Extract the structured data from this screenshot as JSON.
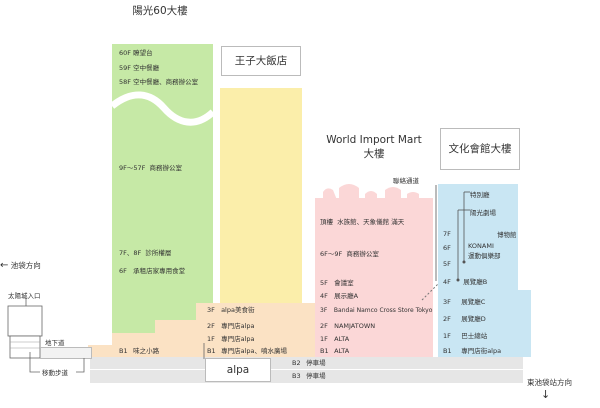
{
  "titles": {
    "sunshine60": "陽光60大樓",
    "prince_hotel": "王子大飯店",
    "world_import_mart": "World Import Mart",
    "world_import_mart_sub": "大樓",
    "culture_hall": "文化會館大樓",
    "alpa": "alpa"
  },
  "directions": {
    "ikebukuro": "池袋方向",
    "higashi_ikebukuro": "東池袋站方向",
    "ikebukuro_arrow": "←",
    "higashi_arrow": "↓"
  },
  "labels": {
    "taiyo_entrance": "太陽城入口",
    "underground": "地下道",
    "moving_walkway": "移動步道",
    "link_passage": "聯絡通道",
    "planetarium": "特別廳",
    "sunshine_theater": "陽光劇場"
  },
  "sunshine60_floors": [
    {
      "f": "60F",
      "name": "瞭望台"
    },
    {
      "f": "59F",
      "name": "空中餐廳"
    },
    {
      "f": "58F",
      "name": "空中餐廳、商務辦公室"
    },
    {
      "f": "9F～57F",
      "name": "商務辦公室"
    },
    {
      "f": "7F、8F",
      "name": "診所權層"
    },
    {
      "f": "6F",
      "name": "承租店家專用食堂"
    }
  ],
  "wim_floors": [
    {
      "f": "頂樓",
      "name": "水族館、天象儀館 滿天"
    },
    {
      "f": "6F～9F",
      "name": "商務辦公室"
    },
    {
      "f": "5F",
      "name": "會議室"
    },
    {
      "f": "4F",
      "name": "展示廳A"
    },
    {
      "f": "3F",
      "name": "Bandai Namco Cross Store Tokyo"
    },
    {
      "f": "2F",
      "name": "NAMJATOWN"
    },
    {
      "f": "1F",
      "name": "ALTA"
    },
    {
      "f": "B1",
      "name": "ALTA"
    }
  ],
  "culture_floors": [
    {
      "f": "7F",
      "name": ""
    },
    {
      "f": "6F",
      "name": ""
    },
    {
      "f": "5F",
      "name": ""
    },
    {
      "f": "4F",
      "name": "展覽廳B"
    },
    {
      "f": "3F",
      "name": "展覽廳C"
    },
    {
      "f": "2F",
      "name": "展覽廳D"
    },
    {
      "f": "1F",
      "name": "巴士總站"
    },
    {
      "f": "B1",
      "name": "專門店街alpa"
    }
  ],
  "culture_extra": {
    "museum": "博物館",
    "konami1": "KONAMI",
    "konami2": "運動俱樂部"
  },
  "alpa_floors": [
    {
      "f": "3F",
      "name": "alpa美食街"
    },
    {
      "f": "2F",
      "name": "專門店alpa"
    },
    {
      "f": "1F",
      "name": "專門店alpa"
    },
    {
      "f": "B1",
      "name": "專門店alpa、噴水廣場"
    }
  ],
  "b1_left": {
    "f": "B1",
    "name": "味之小路"
  },
  "parking": [
    {
      "f": "B2",
      "name": "停車場"
    },
    {
      "f": "B3",
      "name": "停車場"
    }
  ],
  "colors": {
    "green": "#c6e9a6",
    "yellow": "#fbeeaa",
    "pink": "#fbd7d7",
    "blue": "#c9e6f3",
    "peach": "#fbe2c4",
    "gray": "#e6e6e6"
  }
}
